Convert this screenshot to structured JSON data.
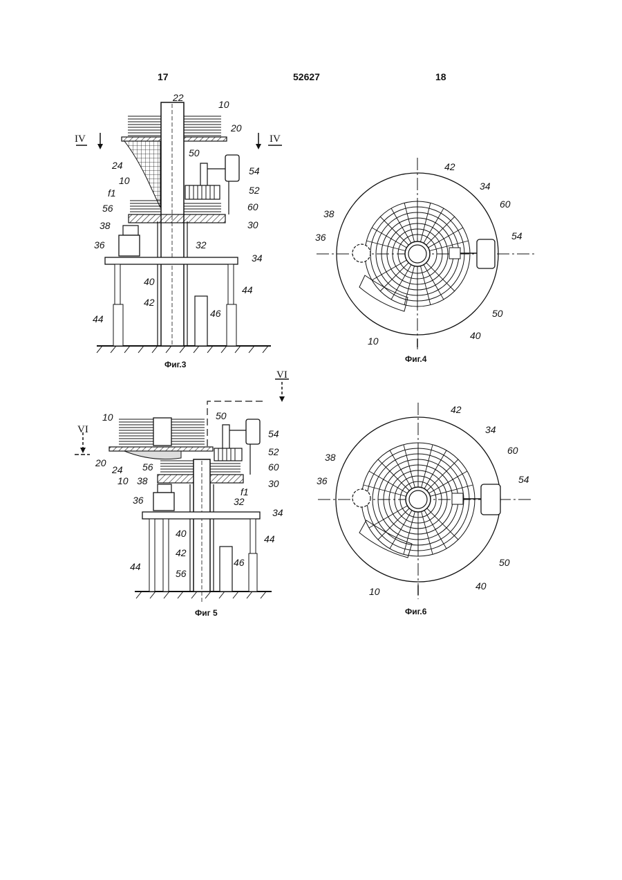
{
  "header": {
    "page_left": "17",
    "patent_number": "52627",
    "page_right": "18"
  },
  "figures": {
    "fig3": {
      "caption": "Фиг.3",
      "section_left": "IV",
      "section_right": "IV",
      "labels": [
        "22",
        "10",
        "20",
        "24",
        "50",
        "54",
        "10",
        "52",
        "f1",
        "56",
        "60",
        "38",
        "30",
        "36",
        "32",
        "34",
        "40",
        "44",
        "42",
        "46",
        "44"
      ]
    },
    "fig4": {
      "caption": "Фиг.4",
      "labels": [
        "42",
        "34",
        "60",
        "38",
        "36",
        "54",
        "50",
        "10",
        "40"
      ]
    },
    "fig5": {
      "caption": "Фиг 5",
      "section_left": "VI",
      "section_right": "VI",
      "labels": [
        "10",
        "50",
        "54",
        "52",
        "20",
        "24",
        "10",
        "56",
        "60",
        "38",
        "30",
        "f1",
        "32",
        "36",
        "34",
        "40",
        "44",
        "42",
        "44",
        "56",
        "46"
      ]
    },
    "fig6": {
      "caption": "Фиг.6",
      "labels": [
        "42",
        "34",
        "60",
        "38",
        "36",
        "54",
        "50",
        "10",
        "40"
      ]
    }
  }
}
